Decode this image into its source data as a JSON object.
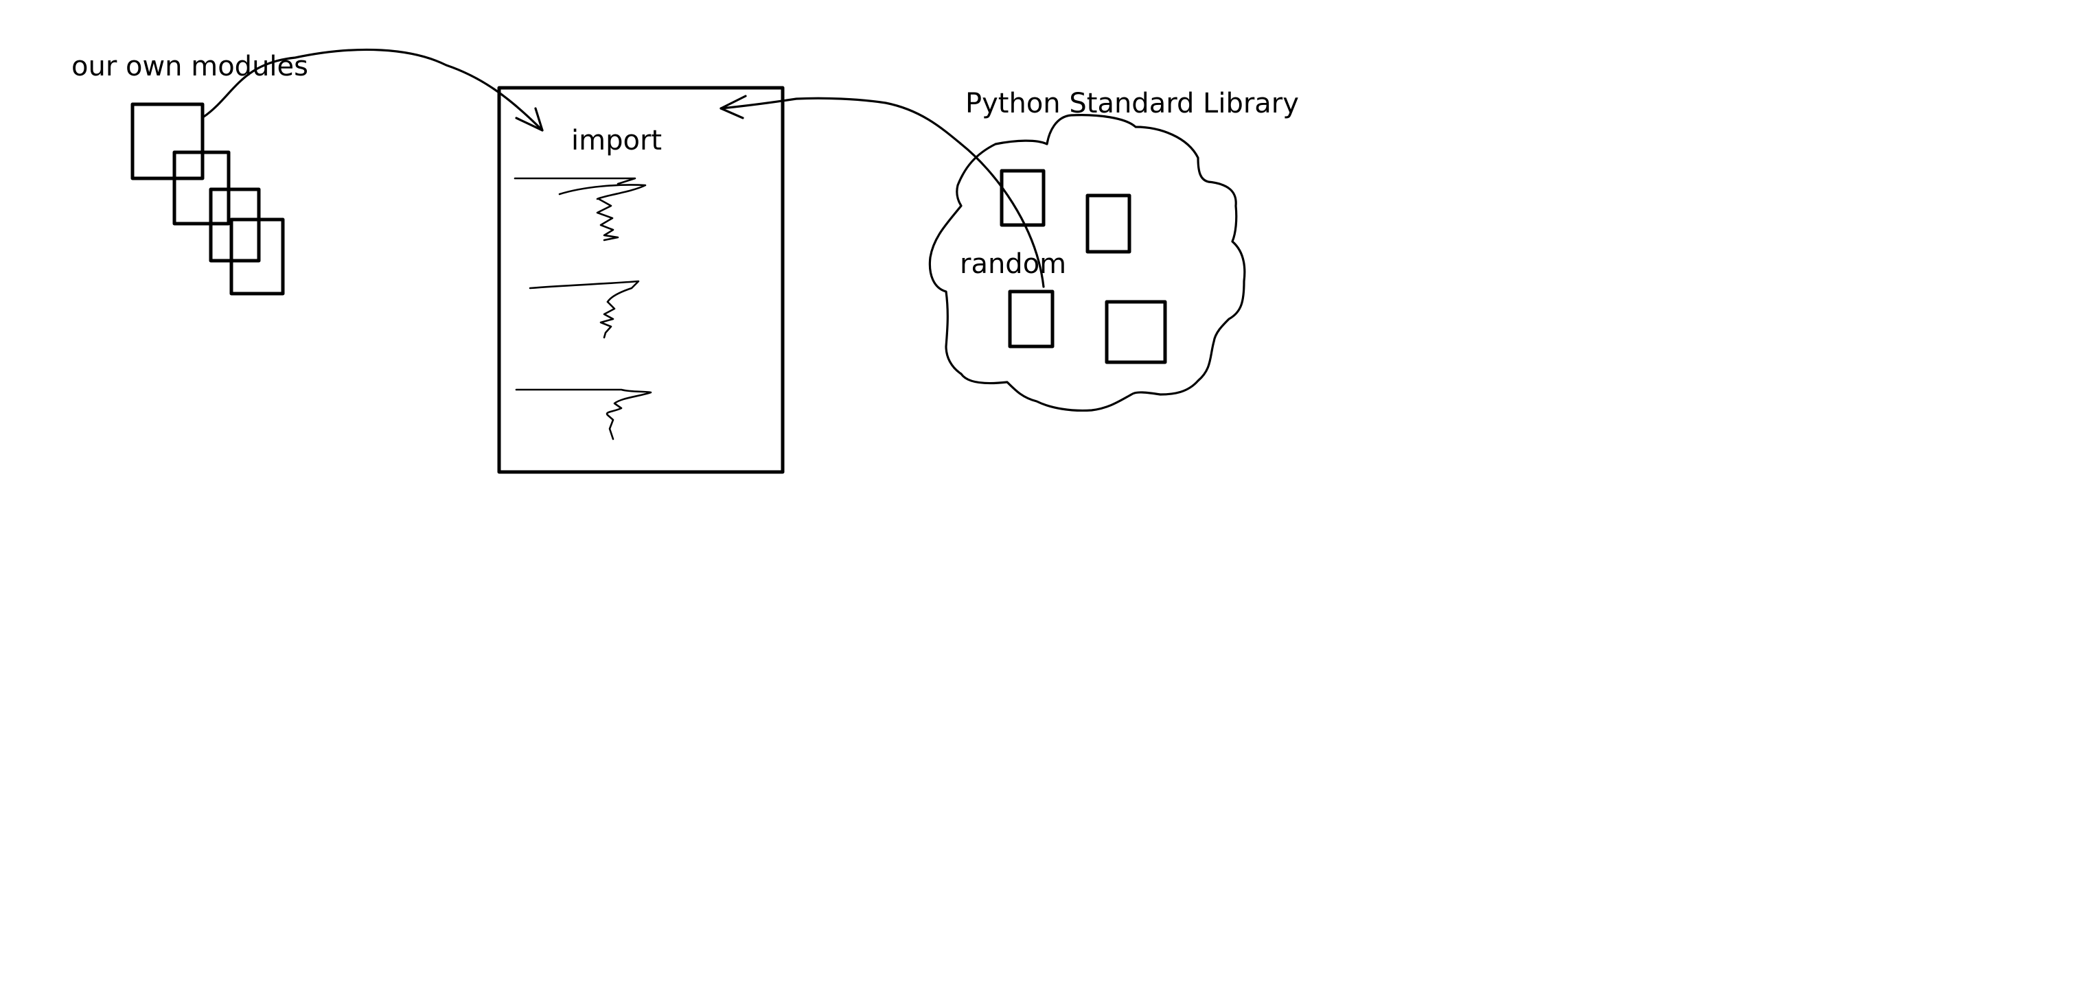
{
  "diagram": {
    "labels": {
      "own_modules": "our own modules",
      "import": "import",
      "stdlib": "Python Standard Library",
      "random": "random"
    }
  }
}
